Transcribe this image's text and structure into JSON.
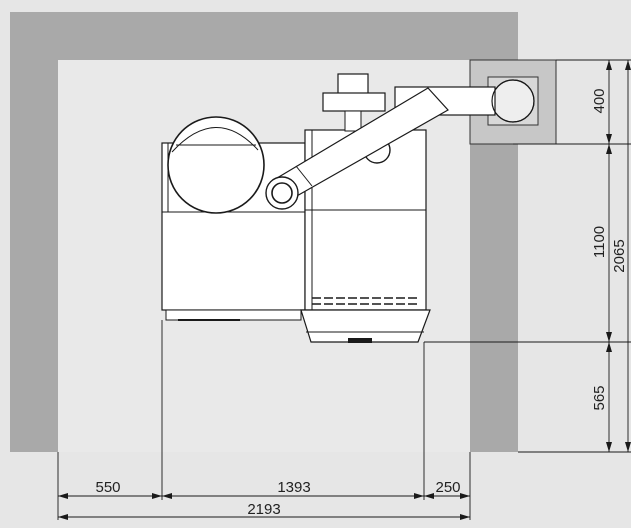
{
  "drawing": {
    "colors": {
      "background": "#e6e6e6",
      "wall": "#a9a9a9",
      "room_floor": "#e9e9e9",
      "equipment_fill": "#ffffff",
      "line": "#1a1a1a",
      "chimney": "#c7c7c7"
    },
    "dimensions": {
      "bottom": {
        "left_clearance": "550",
        "unit_width": "1393",
        "right_clearance": "250",
        "total_width": "2193"
      },
      "right": {
        "flue_offset": "400",
        "unit_depth": "1100",
        "front_clearance": "565",
        "total_depth": "2065"
      }
    }
  }
}
